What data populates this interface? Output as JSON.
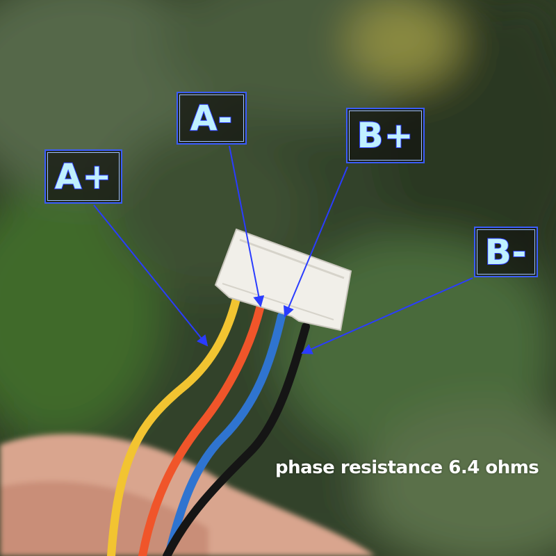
{
  "labels": {
    "a_plus": "A+",
    "a_minus": "A-",
    "b_plus": "B+",
    "b_minus": "B-"
  },
  "caption": "phase resistance 6.4 ohms",
  "colors": {
    "wire_a_plus": "#f2c431",
    "wire_a_minus": "#f0552a",
    "wire_b_plus": "#2f74d0",
    "wire_b_minus": "#151515",
    "label_border": "#3a5cff",
    "label_text": "#bff0ff",
    "arrow": "#2a3cff"
  }
}
